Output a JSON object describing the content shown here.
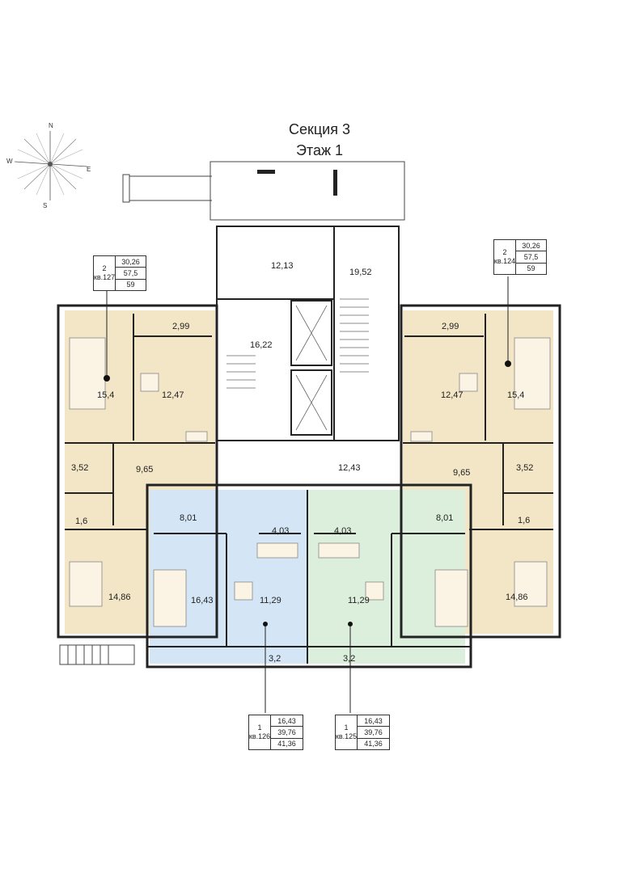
{
  "title": {
    "line1": "Секция 3",
    "line2": "Этаж 1"
  },
  "compass": {
    "n": "N",
    "e": "E",
    "s": "S",
    "w": "W"
  },
  "colors": {
    "beige": "#f3e6c6",
    "blue": "#d4e6f6",
    "green": "#dcefdc",
    "wall": "#222222"
  },
  "areas": {
    "r1213": "12,13",
    "r1952": "19,52",
    "r1622": "16,22",
    "r1243": "12,43",
    "l299": "2,99",
    "l154": "15,4",
    "l1247": "12,47",
    "l352": "3,52",
    "l965": "9,65",
    "l16": "1,6",
    "l1486": "14,86",
    "rr299": "2,99",
    "rr154": "15,4",
    "rr1247": "12,47",
    "rr352": "3,52",
    "rr965": "9,65",
    "rr16": "1,6",
    "rr1486": "14,86",
    "b801": "8,01",
    "b403": "4,03",
    "b1643": "16,43",
    "b1129": "11,29",
    "b32": "3,2",
    "g801": "8,01",
    "g403": "4,03",
    "g1129": "11,29",
    "g32": "3,2"
  },
  "tags": {
    "kv127": {
      "rooms": "2",
      "apt": "кв.127",
      "v1": "30,26",
      "v2": "57,5",
      "v3": "59"
    },
    "kv124": {
      "rooms": "2",
      "apt": "кв.124",
      "v1": "30,26",
      "v2": "57,5",
      "v3": "59"
    },
    "kv126": {
      "rooms": "1",
      "apt": "кв.126",
      "v1": "16,43",
      "v2": "39,76",
      "v3": "41,36"
    },
    "kv125": {
      "rooms": "1",
      "apt": "кв.125",
      "v1": "16,43",
      "v2": "39,76",
      "v3": "41,36"
    }
  }
}
